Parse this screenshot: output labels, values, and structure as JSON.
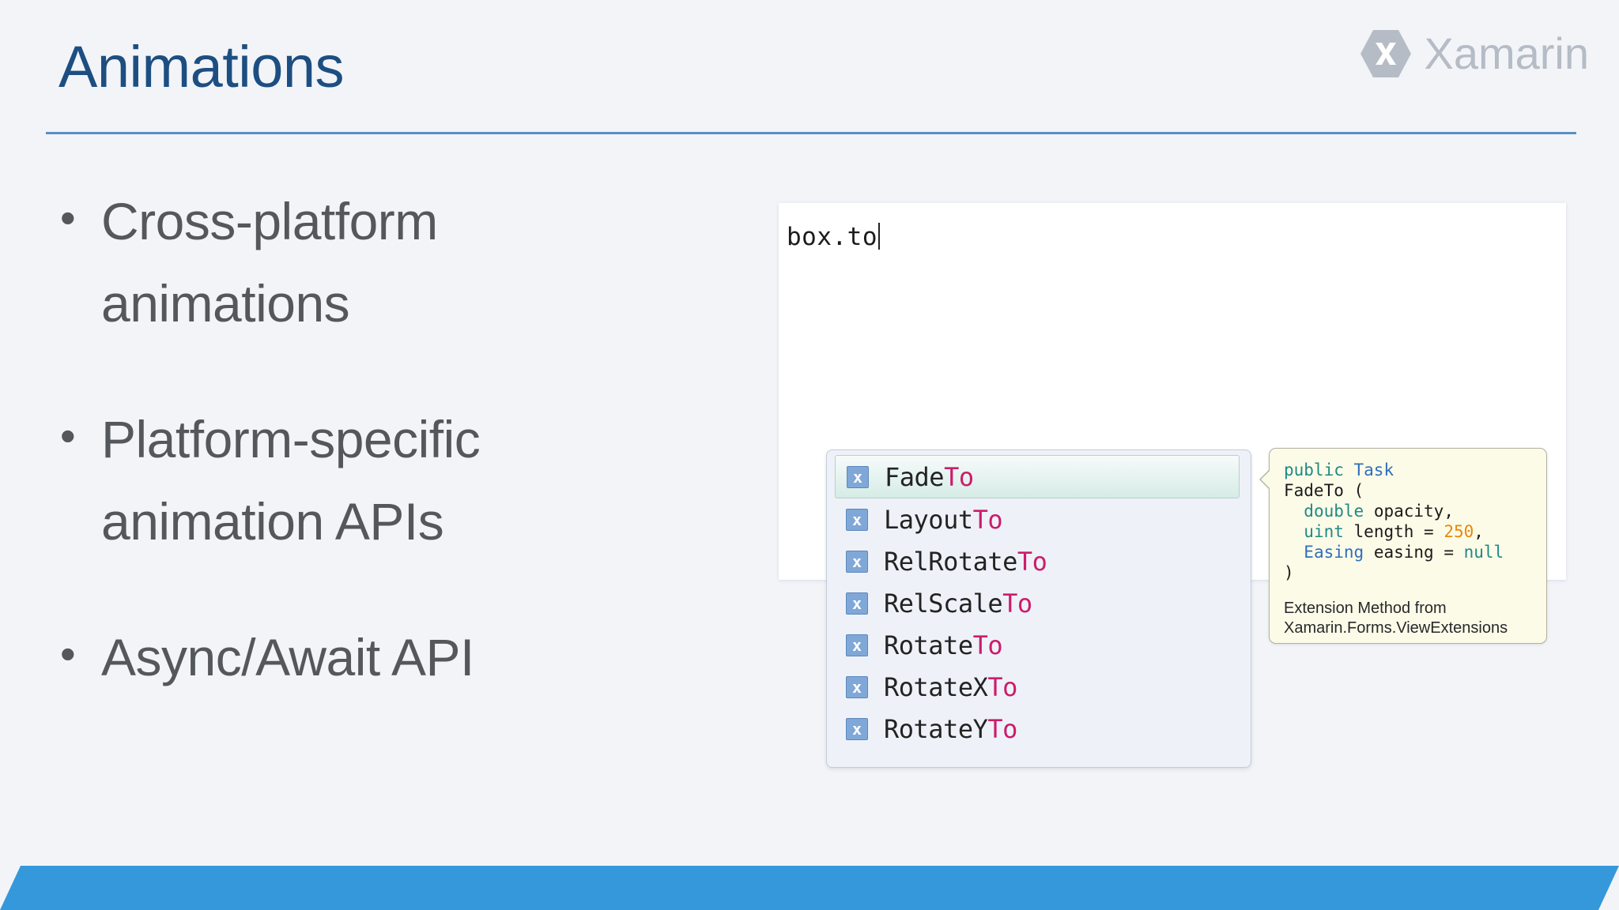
{
  "slide": {
    "title": "Animations",
    "brand": {
      "name": "Xamarin",
      "mark_letter": "X",
      "logo_color": "#b6bcc6"
    },
    "accent_colors": {
      "title": "#1d4e81",
      "rule": "#5b8fc0",
      "body_text": "#54585c",
      "bottom_bar": "#3498db"
    },
    "bullets": [
      {
        "marker": "•",
        "text": "Cross-platform animations"
      },
      {
        "marker": "•",
        "text": "Platform-specific animation APIs"
      },
      {
        "marker": "•",
        "text": "Async/Await API"
      }
    ]
  },
  "ide": {
    "editor_line": "box.to",
    "completion": {
      "items": [
        {
          "icon": "method-icon",
          "icon_letter": "x",
          "prefix": "Fade",
          "match": "To",
          "selected": true
        },
        {
          "icon": "method-icon",
          "icon_letter": "x",
          "prefix": "Layout",
          "match": "To",
          "selected": false
        },
        {
          "icon": "method-icon",
          "icon_letter": "x",
          "prefix": "RelRotate",
          "match": "To",
          "selected": false
        },
        {
          "icon": "method-icon",
          "icon_letter": "x",
          "prefix": "RelScale",
          "match": "To",
          "selected": false
        },
        {
          "icon": "method-icon",
          "icon_letter": "x",
          "prefix": "Rotate",
          "match": "To",
          "selected": false
        },
        {
          "icon": "method-icon",
          "icon_letter": "x",
          "prefix": "RotateX",
          "match": "To",
          "selected": false
        },
        {
          "icon": "method-icon",
          "icon_letter": "x",
          "prefix": "RotateY",
          "match": "To",
          "selected": false
        }
      ]
    },
    "tooltip": {
      "signature": {
        "modifier": "public",
        "return_type": "Task",
        "method_open": "FadeTo (",
        "params": [
          {
            "type": "double",
            "name": "opacity",
            "default": "",
            "trailing": ","
          },
          {
            "type": "uint",
            "name": "length",
            "default": "250",
            "trailing": ","
          },
          {
            "type": "Easing",
            "name": "easing",
            "default": "null",
            "trailing": ""
          }
        ],
        "close": ")"
      },
      "note_line1": "Extension Method from",
      "note_line2": "Xamarin.Forms.ViewExtensions"
    }
  }
}
